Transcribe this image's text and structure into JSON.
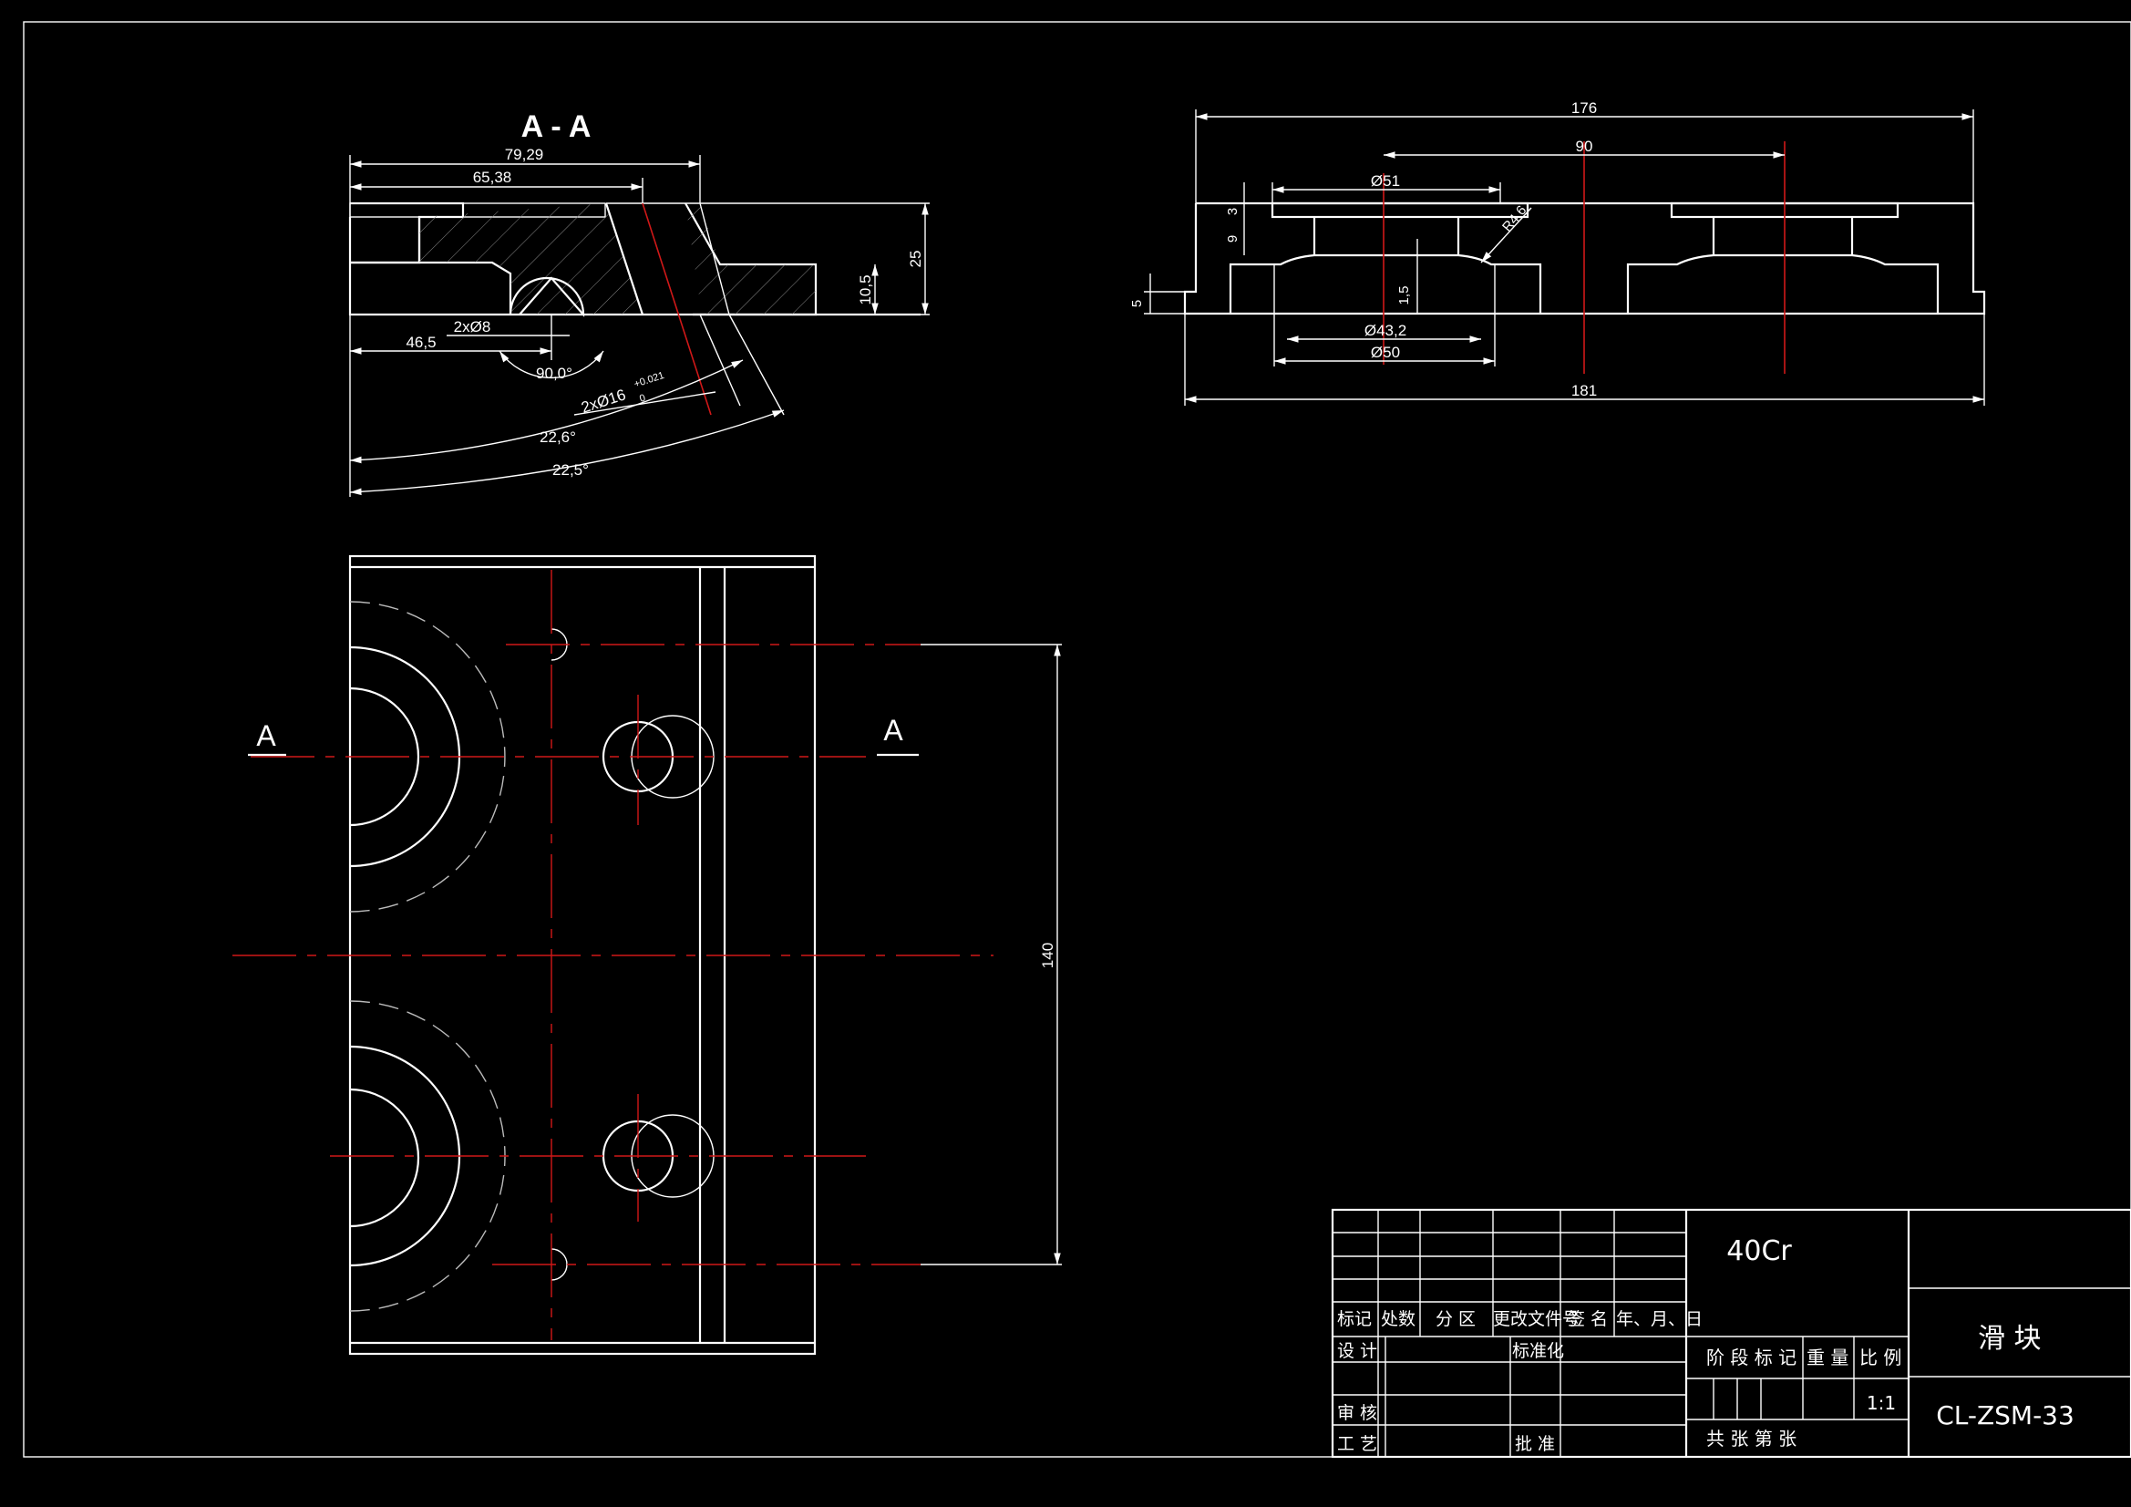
{
  "section_view": {
    "title": "A - A",
    "dims": {
      "d1": "79,29",
      "d2": "65,38",
      "d3": "25",
      "d4": "10,5",
      "d5": "2xØ8",
      "d6": "46,5",
      "d7": "90,0°",
      "d8": "2xØ16",
      "d8_tol": "+0.021",
      "d8_tol_low": "0",
      "d9": "22,6°",
      "d10": "22,5°"
    }
  },
  "top_view": {
    "dims": {
      "d1": "176",
      "d2": "90",
      "d3": "Ø51",
      "d4": "3",
      "d5": "9",
      "d6": "R4,6",
      "d7": "1,5",
      "d8": "5",
      "d9": "Ø43,2",
      "d10": "Ø50",
      "d11": "181"
    }
  },
  "plan_view": {
    "section_mark_left": "A",
    "section_mark_right": "A",
    "dim_height": "140"
  },
  "title_block": {
    "material": "40Cr",
    "part_name": "滑  块",
    "drawing_no": "CL-ZSM-33",
    "scale": "1:1",
    "h_mark": "标记",
    "h_count": "处数",
    "h_zone": "分 区",
    "h_doc": "更改文件号",
    "h_sign": "签 名",
    "h_date": "年、月、日",
    "design": "设 计",
    "standard": "标准化",
    "stage": "阶 段 标 记",
    "weight": "重 量",
    "ratio": "比 例",
    "review": "审 核",
    "process": "工 艺",
    "approve": "批 准",
    "sheets": "共   张   第   张"
  }
}
